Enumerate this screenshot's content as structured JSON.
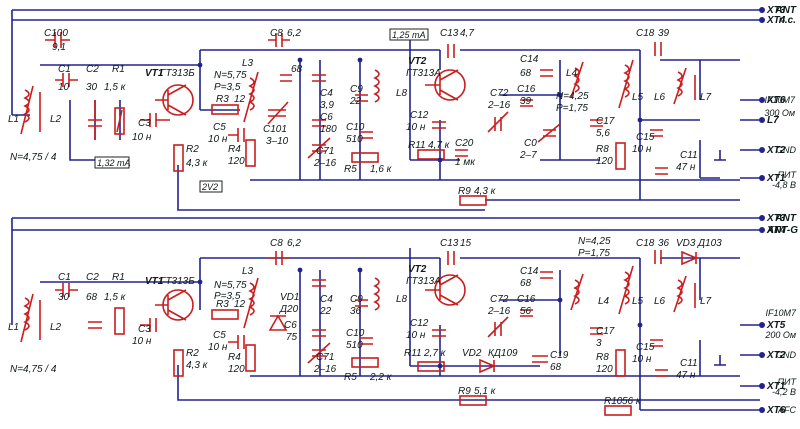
{
  "top": {
    "terminals": [
      {
        "id": "XT3",
        "name": "ANT"
      },
      {
        "id": "XT4",
        "name": "п.с."
      },
      {
        "id": "XT6",
        "name": "IF10M7"
      },
      {
        "id": "XT5",
        "name": "300 Ом"
      },
      {
        "id": "XT2",
        "name": "GND"
      },
      {
        "id": "XT1",
        "name": "ПИТ"
      },
      {
        "id": "XT1b",
        "name": "-4,8 В"
      }
    ],
    "parts": {
      "C100": "C100",
      "C100v": "9,1",
      "C1": "C1",
      "C1v": "10",
      "C2": "C2",
      "C2v": "30",
      "R1": "R1",
      "R1v": "1,5 к",
      "VT1": "VT1",
      "VT1v": "ГТ313Б",
      "C3": "C3",
      "C3v": "10 н",
      "R2": "R2",
      "R2v": "4,3 к",
      "L1": "L1",
      "L2": "L2",
      "L1n": "N=4,75 / 4",
      "N_L3": "N=5,75",
      "P_L3": "P=3,5",
      "L3": "L3",
      "R3": "R3",
      "R3v": "12",
      "C5": "C5",
      "C5v": "10 н",
      "R4": "R4",
      "R4v": "120",
      "C8": "C8",
      "C8v": "6,2",
      "C68": "68",
      "C101": "C101",
      "C101v": "3–10",
      "C4": "C4",
      "C4v": "3,9",
      "C6": "C6",
      "C6v": "180",
      "C71": "C71",
      "C71v": "2–16",
      "C9": "C9",
      "C9v": "22",
      "L8": "L8",
      "C10": "C10",
      "C10v": "510",
      "R5": "R5",
      "R5v": "1,6 к",
      "VT2": "VT2",
      "VT2v": "ГТ313А",
      "C13": "C13",
      "C13v": "4,7",
      "C12": "C12",
      "C12v": "10 н",
      "R11": "R11",
      "R11v": "4,7 к",
      "C20": "С20",
      "C20v": "1 мк",
      "R9": "R9",
      "R9v": "4,3 к",
      "C72": "C72",
      "C72v": "2–16",
      "C16": "C16",
      "C16v": "39",
      "C14": "C14",
      "C14v": "68",
      "L4": "L4",
      "N_L4": "N=4,25",
      "P_L4": "P=1,75",
      "C0": "C0",
      "C0v": "2–7",
      "C17": "C17",
      "C17v": "5,6",
      "L5": "L5",
      "R8": "R8",
      "R8v": "120",
      "C15": "C15",
      "C15v": "10 н",
      "C11": "C11",
      "C11v": "47 н",
      "C18": "C18",
      "C18v": "39",
      "L6": "L6",
      "L7": "L7"
    },
    "notes": {
      "i1": "1,32 mA",
      "i2": "1,25 mA",
      "v1": "2V2"
    }
  },
  "bottom": {
    "terminals": [
      {
        "id": "XT3",
        "name": "ANT"
      },
      {
        "id": "XT4",
        "name": "ANT-G"
      },
      {
        "id": "XT5",
        "name": "IF10M7"
      },
      {
        "id": "XT5b",
        "name": "200 Ом"
      },
      {
        "id": "XT2",
        "name": "GND"
      },
      {
        "id": "XT1",
        "name": "ПИТ"
      },
      {
        "id": "XT1b",
        "name": "-4,2 В"
      },
      {
        "id": "XT6",
        "name": "AFC"
      }
    ],
    "parts": {
      "C1": "C1",
      "C1v": "30",
      "C2": "C2",
      "C2v": "68",
      "R1": "R1",
      "R1v": "1,5 к",
      "VT1": "VT1",
      "VT1v": "ГТ313Б",
      "C3": "C3",
      "C3v": "10 н",
      "R2": "R2",
      "R2v": "4,3 к",
      "L1": "L1",
      "L2": "L2",
      "L1n": "N=4,75 / 4",
      "N_L3": "N=5,75",
      "P_L3": "P=3,5",
      "L3": "L3",
      "R3": "R3",
      "R3v": "12",
      "C5": "C5",
      "C5v": "10 н",
      "R4": "R4",
      "R4v": "120",
      "C8": "C8",
      "C8v": "6,2",
      "VD1": "VD1",
      "VD1v": "Д20",
      "C6": "C6",
      "C6v": "75",
      "C4": "C4",
      "C4v": "22",
      "C71": "C71",
      "C71v": "2–16",
      "C9": "C9",
      "C9v": "36",
      "L8": "L8",
      "C10": "C10",
      "C10v": "510",
      "R5": "R5",
      "R5v": "2,2 к",
      "VT2": "VT2",
      "VT2v": "ГТ313А",
      "C13": "C13",
      "C13v": "15",
      "C12": "C12",
      "C12v": "10 н",
      "R11": "R11",
      "R11v": "2,7 к",
      "VD2": "VD2",
      "VD2v": "КД109",
      "C19": "C19",
      "C19v": "68",
      "R9": "R9",
      "R9v": "5,1 к",
      "C72": "C72",
      "C72v": "2–16",
      "C16": "C16",
      "C16v": "56",
      "C14": "C14",
      "C14v": "68",
      "L4": "L4",
      "N_L4": "N=4,25",
      "P_L4": "P=1,75",
      "C17": "C17",
      "C17v": "3",
      "L5": "L5",
      "R8": "R8",
      "R8v": "120",
      "C15": "C15",
      "C15v": "10 н",
      "C11": "C11",
      "C11v": "47 н",
      "R10": "R10",
      "R10v": "56 к",
      "C18": "C18",
      "C18v": "36",
      "VD3": "VD3",
      "VD3v": "Д103",
      "L6": "L6",
      "L7": "L7"
    }
  },
  "colors": {
    "wire": "#23238c",
    "component": "#c81e1e",
    "text": "#0f1a1a"
  }
}
